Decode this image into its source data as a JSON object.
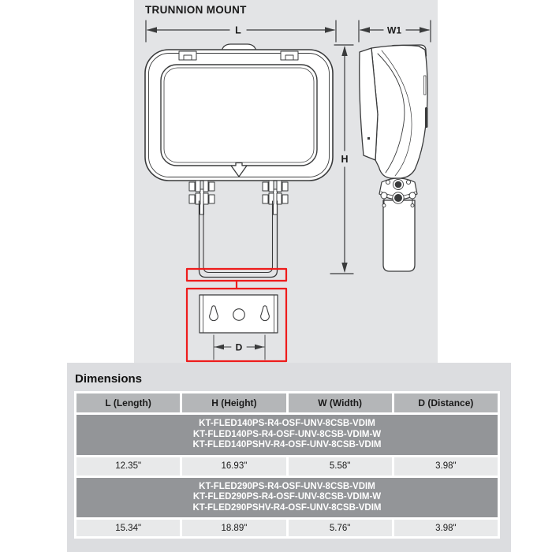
{
  "diagram": {
    "title": "TRUNNION MOUNT",
    "labels": {
      "length": "L",
      "width1": "W1",
      "height": "H",
      "distance": "D"
    }
  },
  "dimensions": {
    "title": "Dimensions",
    "headers": [
      "L (Length)",
      "H (Height)",
      "W (Width)",
      "D (Distance)"
    ],
    "groups": [
      {
        "models": [
          "KT-FLED140PS-R4-OSF-UNV-8CSB-VDIM",
          "KT-FLED140PS-R4-OSF-UNV-8CSB-VDIM-W",
          "KT-FLED140PSHV-R4-OSF-UNV-8CSB-VDIM"
        ],
        "values": [
          "12.35\"",
          "16.93\"",
          "5.58\"",
          "3.98\""
        ]
      },
      {
        "models": [
          "KT-FLED290PS-R4-OSF-UNV-8CSB-VDIM",
          "KT-FLED290PS-R4-OSF-UNV-8CSB-VDIM-W",
          "KT-FLED290PSHV-R4-OSF-UNV-8CSB-VDIM"
        ],
        "values": [
          "15.34\"",
          "18.89\"",
          "5.76\"",
          "3.98\""
        ]
      }
    ]
  },
  "colors": {
    "highlight_red": "#ee1c1c",
    "line": "#3a3b3c",
    "panel_bg": "#e3e4e6",
    "section_bg": "#dcdde0",
    "header_cell_bg": "#b4b6b8",
    "model_row_bg": "#939598",
    "value_cell_bg": "#e8e9ea"
  }
}
